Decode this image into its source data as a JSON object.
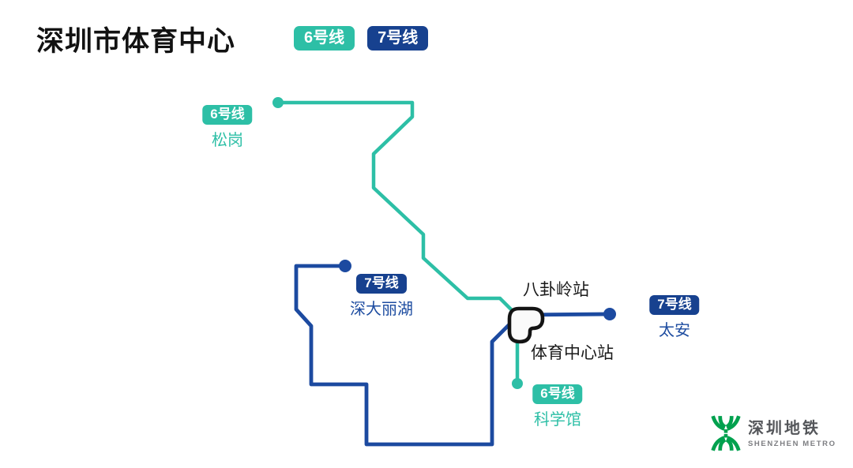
{
  "title": "深圳市体育中心",
  "legend": {
    "line6_label": "6号线",
    "line7_label": "7号线"
  },
  "colors": {
    "line6_teal": "#2dbfa6",
    "line7_line_blue": "#1c4aa0",
    "line7_badge_blue": "#17418f",
    "line7_text_blue": "#1d4ca0",
    "logo_green": "#00a14e",
    "title_black": "#121212"
  },
  "stations": {
    "songgang": {
      "badge": "6号线",
      "name": "松岗"
    },
    "shendalihu": {
      "badge": "7号线",
      "name": "深大丽湖"
    },
    "taian": {
      "badge": "7号线",
      "name": "太安"
    },
    "kexueguan": {
      "badge": "6号线",
      "name": "科学馆"
    },
    "bagualing": {
      "name": "八卦岭站"
    },
    "tiyuzhongxin": {
      "name": "体育中心站"
    }
  },
  "logo": {
    "name_cn": "深圳地铁",
    "name_en": "SHENZHEN METRO"
  }
}
